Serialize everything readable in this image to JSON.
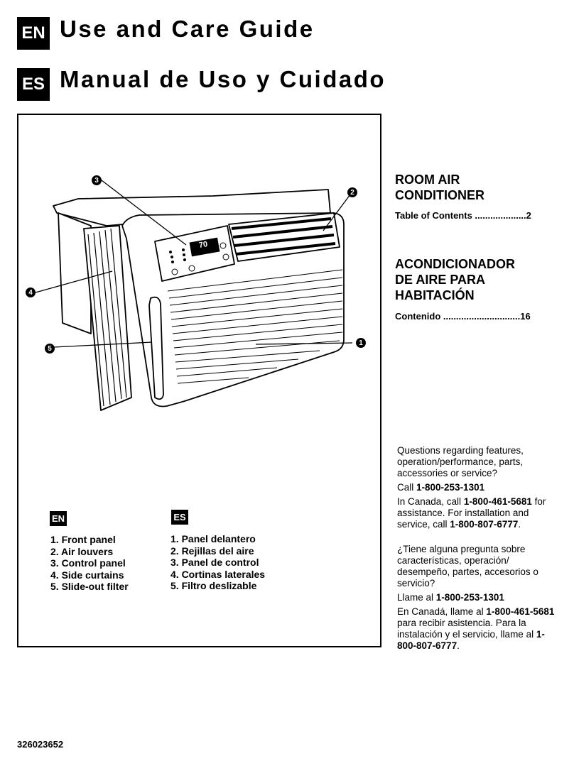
{
  "header": {
    "en_badge": "EN",
    "en_title": "Use and Care Guide",
    "es_badge": "ES",
    "es_title": "Manual de Uso y Cuidado"
  },
  "illustration": {
    "display_value": "70",
    "callouts": [
      "1",
      "2",
      "3",
      "4",
      "5"
    ]
  },
  "parts_en": {
    "badge": "EN",
    "items": [
      "1. Front panel",
      "2. Air louvers",
      "3. Control panel",
      "4. Side curtains",
      "5. Slide-out filter"
    ]
  },
  "parts_es": {
    "badge": "ES",
    "items": [
      "1. Panel delantero",
      "2. Rejillas del aire",
      "3. Panel de control",
      "4. Cortinas laterales",
      "5. Filtro deslizable"
    ]
  },
  "sidebar": {
    "en_heading_1": "ROOM AIR",
    "en_heading_2": "CONDITIONER",
    "en_toc": "Table of Contents ....................2",
    "es_heading_1": "ACONDICIONADOR",
    "es_heading_2": "DE AIRE PARA",
    "es_heading_3": "HABITACIÓN",
    "es_toc": "Contenido ..............................16"
  },
  "contact_en": {
    "question": "Questions regarding features, operation/performance, parts, accessories or service?",
    "call_prefix": "Call ",
    "call_number": "1-800-253-1301",
    "canada_prefix": "In Canada, call ",
    "canada_number": "1-800-461-5681",
    "canada_middle": " for assistance.  For installation and service, call ",
    "install_number": "1-800-807-6777",
    "end": "."
  },
  "contact_es": {
    "question": "¿Tiene alguna pregunta sobre características, operación/ desempeño, partes, accesorios o servicio?",
    "call_prefix": "Llame al ",
    "call_number": "1-800-253-1301",
    "canada_prefix": "En Canadá, llame al ",
    "canada_number": "1-800-461-5681",
    "canada_middle": " para recibir asistencia. Para la instalación y el servicio, llame al ",
    "install_number": "1-800-807-6777",
    "end": "."
  },
  "footer": {
    "doc_number": "326023652"
  }
}
